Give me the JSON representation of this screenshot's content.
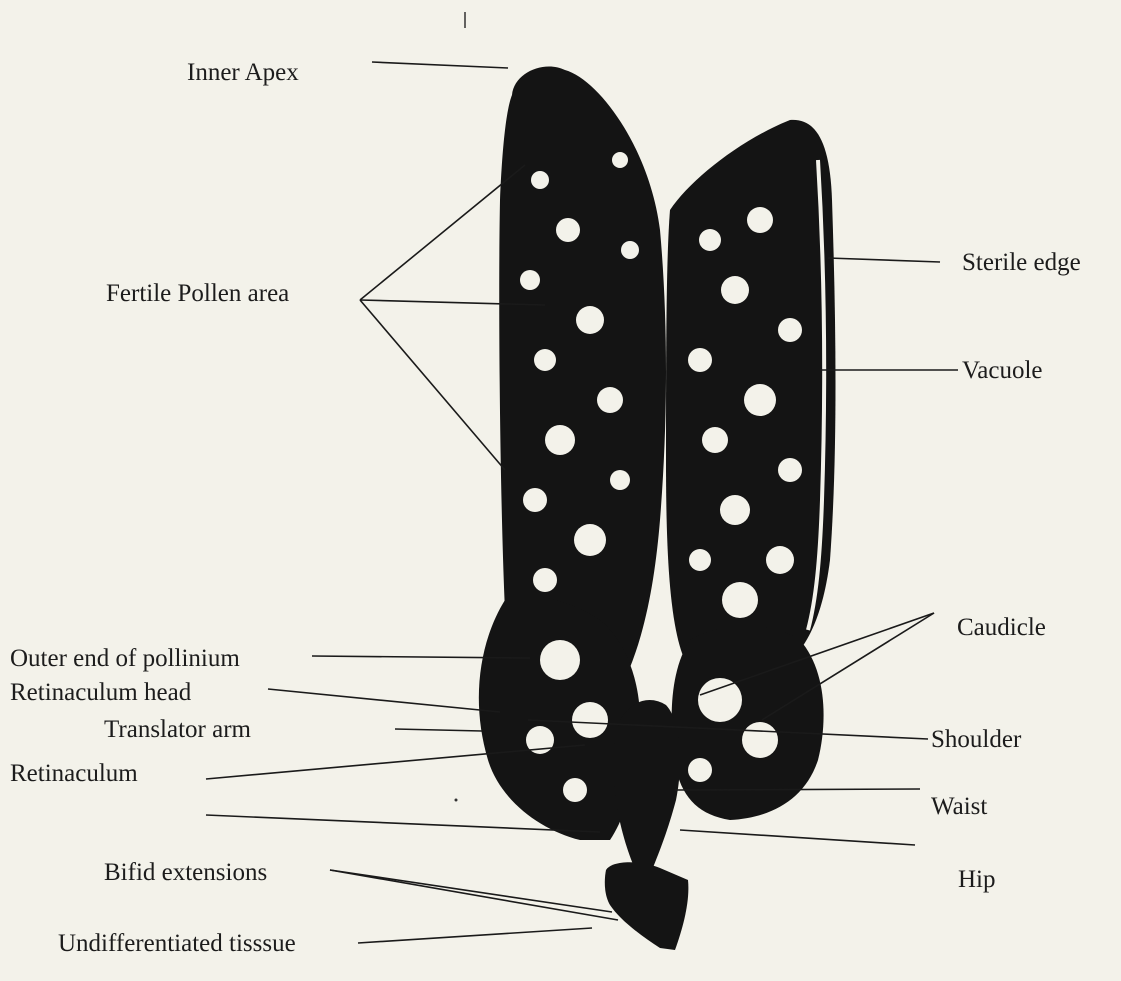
{
  "labels": {
    "inner_apex": "Inner Apex",
    "fertile_pollen_area": "Fertile Pollen area",
    "sterile_edge": "Sterile edge",
    "vacuole": "Vacuole",
    "caudicle": "Caudicle",
    "outer_end_of_pollinium": "Outer end of pollinium",
    "retinaculum_head": "Retinaculum head",
    "translator_arm": "Translator arm",
    "shoulder": "Shoulder",
    "retinaculum": "Retinaculum",
    "waist": "Waist",
    "bifid_extensions": "Bifid extensions",
    "hip": "Hip",
    "undifferentiated_tissue": "Undifferentiated tisssue"
  },
  "colors": {
    "background": "#f3f2ea",
    "ink": "#141414"
  }
}
